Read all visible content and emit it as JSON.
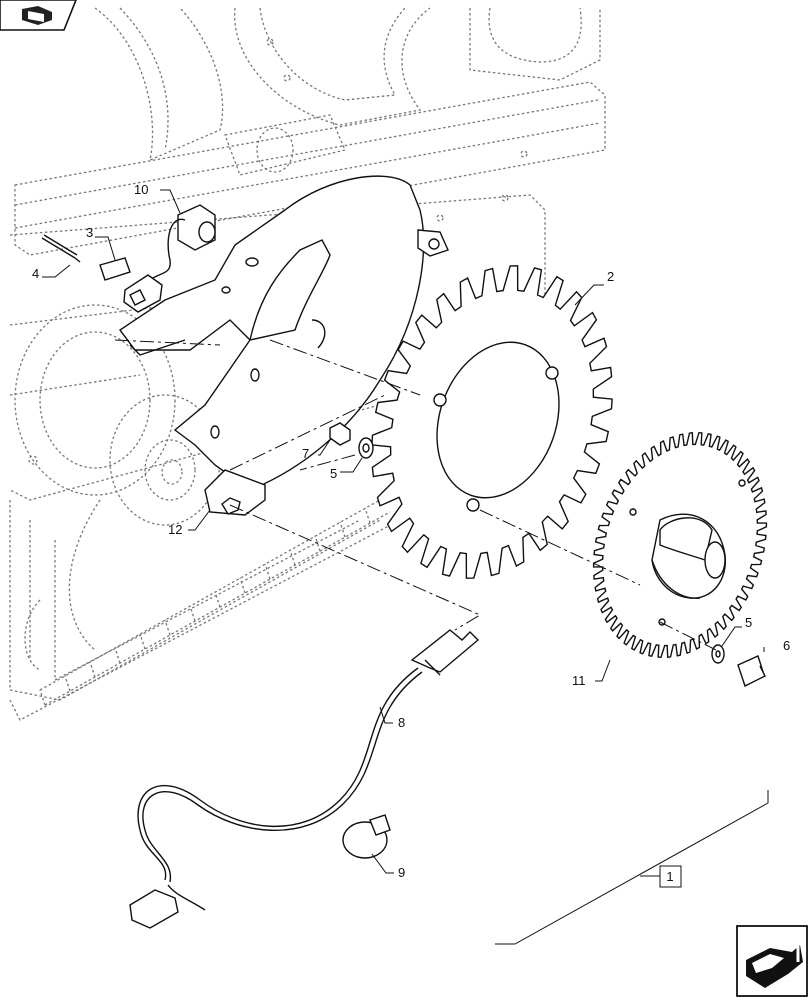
{
  "callouts": {
    "c1": "1",
    "c2": "2",
    "c3": "3",
    "c4": "4",
    "c5a": "5",
    "c5b": "5",
    "c6": "6",
    "c7": "7",
    "c8": "8",
    "c9": "9",
    "c10": "10",
    "c11": "11",
    "c12": "12"
  },
  "icons": {
    "top_left": "previous-page-icon",
    "bottom_right": "next-page-icon"
  },
  "colors": {
    "ink": "#111111",
    "ghost": "#777777",
    "background": "#ffffff"
  }
}
